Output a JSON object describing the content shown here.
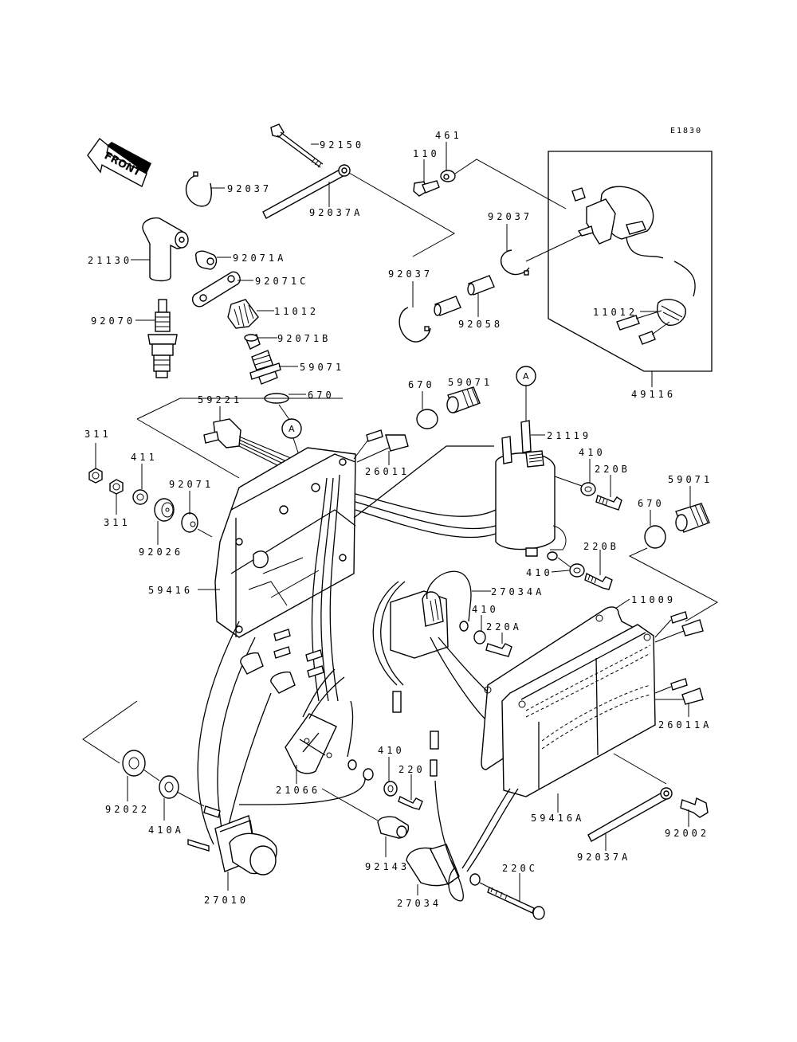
{
  "diagram": {
    "code": "E1830",
    "front_label": "FRONT",
    "callout_a": "A",
    "parts": [
      {
        "id": "p92150",
        "label": "92150"
      },
      {
        "id": "p92037_1",
        "label": "92037"
      },
      {
        "id": "p92037A_1",
        "label": "92037A"
      },
      {
        "id": "p110",
        "label": "110"
      },
      {
        "id": "p461",
        "label": "461"
      },
      {
        "id": "p21130",
        "label": "21130"
      },
      {
        "id": "p92071A",
        "label": "92071A"
      },
      {
        "id": "p92071C",
        "label": "92071C"
      },
      {
        "id": "p11012_1",
        "label": "11012"
      },
      {
        "id": "p92070",
        "label": "92070"
      },
      {
        "id": "p92071B",
        "label": "92071B"
      },
      {
        "id": "p59071_1",
        "label": "59071"
      },
      {
        "id": "p670_1",
        "label": "670"
      },
      {
        "id": "p92037_2",
        "label": "92037"
      },
      {
        "id": "p92037_3",
        "label": "92037"
      },
      {
        "id": "p92058",
        "label": "92058"
      },
      {
        "id": "p11012_2",
        "label": "11012"
      },
      {
        "id": "p49116",
        "label": "49116"
      },
      {
        "id": "p59071_2",
        "label": "59071"
      },
      {
        "id": "p670_2",
        "label": "670"
      },
      {
        "id": "p59221",
        "label": "59221"
      },
      {
        "id": "p21119",
        "label": "21119"
      },
      {
        "id": "p311_1",
        "label": "311"
      },
      {
        "id": "p411",
        "label": "411"
      },
      {
        "id": "p92071",
        "label": "92071"
      },
      {
        "id": "p311_2",
        "label": "311"
      },
      {
        "id": "p26011",
        "label": "26011"
      },
      {
        "id": "p410_1",
        "label": "410"
      },
      {
        "id": "p220B_1",
        "label": "220B"
      },
      {
        "id": "p59071_3",
        "label": "59071"
      },
      {
        "id": "p670_3",
        "label": "670"
      },
      {
        "id": "p92026",
        "label": "92026"
      },
      {
        "id": "p220B_2",
        "label": "220B"
      },
      {
        "id": "p410_2",
        "label": "410"
      },
      {
        "id": "p59416",
        "label": "59416"
      },
      {
        "id": "p27034A",
        "label": "27034A"
      },
      {
        "id": "p11009",
        "label": "11009"
      },
      {
        "id": "p410_3",
        "label": "410"
      },
      {
        "id": "p220A",
        "label": "220A"
      },
      {
        "id": "p26011A",
        "label": "26011A"
      },
      {
        "id": "p410_4",
        "label": "410"
      },
      {
        "id": "p220",
        "label": "220"
      },
      {
        "id": "p21066",
        "label": "21066"
      },
      {
        "id": "p92022",
        "label": "92022"
      },
      {
        "id": "p410A",
        "label": "410A"
      },
      {
        "id": "p59416A",
        "label": "59416A"
      },
      {
        "id": "p82002",
        "label": "92002"
      },
      {
        "id": "p92037A_2",
        "label": "92037A"
      },
      {
        "id": "p92143",
        "label": "92143"
      },
      {
        "id": "p220C",
        "label": "220C"
      },
      {
        "id": "p27010",
        "label": "27010"
      },
      {
        "id": "p27034",
        "label": "27034"
      }
    ]
  }
}
